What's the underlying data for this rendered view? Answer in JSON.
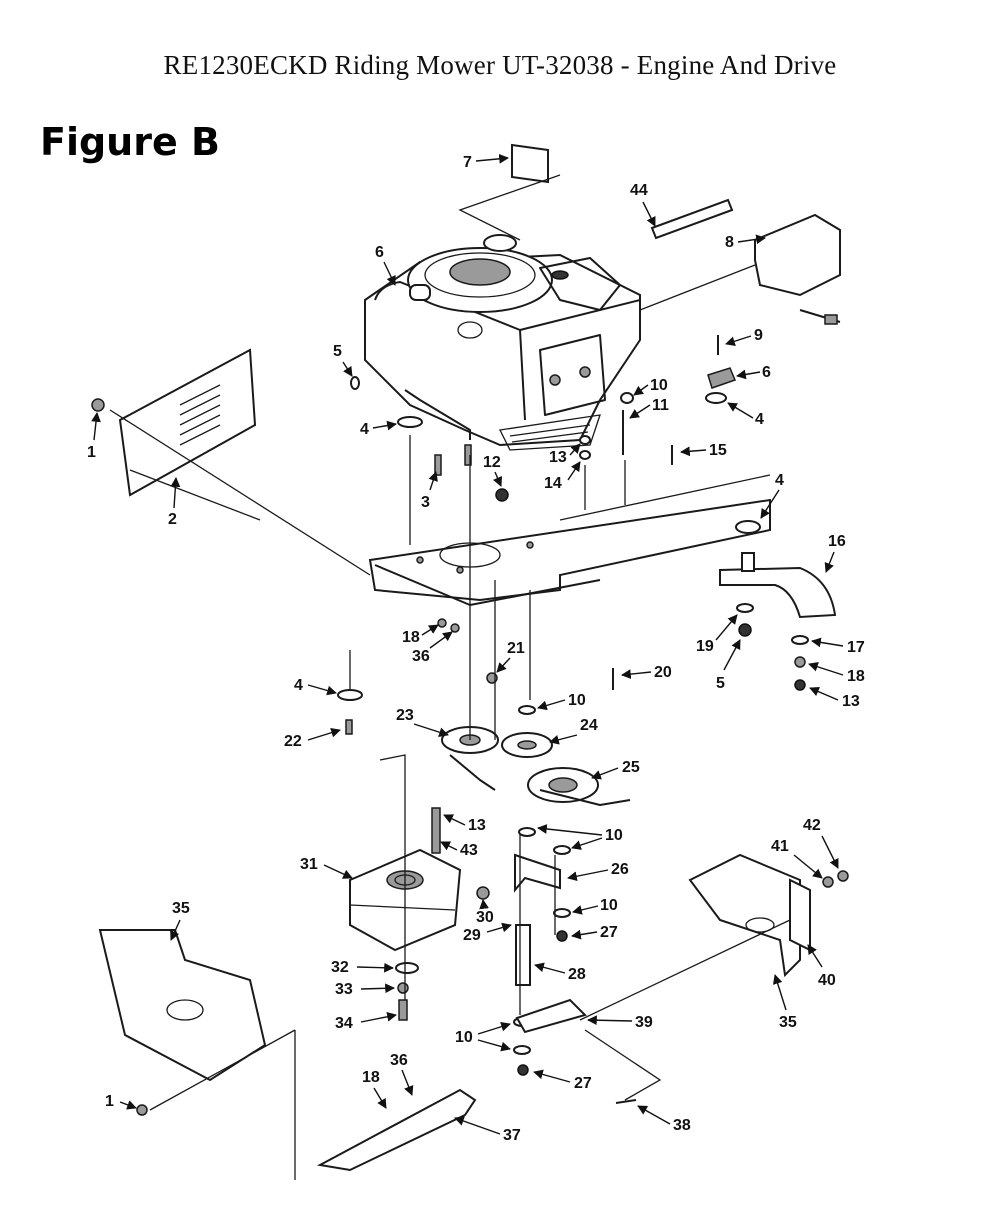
{
  "title": "RE1230ECKD Riding Mower UT-32038 - Engine And Drive",
  "figure_label": "Figure B",
  "callouts": [
    {
      "id": "c1a",
      "text": "1"
    },
    {
      "id": "c2",
      "text": "2"
    },
    {
      "id": "c3",
      "text": "3"
    },
    {
      "id": "c4a",
      "text": "4"
    },
    {
      "id": "c4b",
      "text": "4"
    },
    {
      "id": "c4c",
      "text": "4"
    },
    {
      "id": "c4d",
      "text": "4"
    },
    {
      "id": "c5a",
      "text": "5"
    },
    {
      "id": "c5b",
      "text": "5"
    },
    {
      "id": "c6a",
      "text": "6"
    },
    {
      "id": "c6b",
      "text": "6"
    },
    {
      "id": "c7",
      "text": "7"
    },
    {
      "id": "c8",
      "text": "8"
    },
    {
      "id": "c9",
      "text": "9"
    },
    {
      "id": "c10a",
      "text": "10"
    },
    {
      "id": "c10b",
      "text": "10"
    },
    {
      "id": "c10c",
      "text": "10"
    },
    {
      "id": "c10d",
      "text": "10"
    },
    {
      "id": "c10e",
      "text": "10"
    },
    {
      "id": "c11",
      "text": "11"
    },
    {
      "id": "c12",
      "text": "12"
    },
    {
      "id": "c13a",
      "text": "13"
    },
    {
      "id": "c13b",
      "text": "13"
    },
    {
      "id": "c13c",
      "text": "13"
    },
    {
      "id": "c14",
      "text": "14"
    },
    {
      "id": "c15",
      "text": "15"
    },
    {
      "id": "c16",
      "text": "16"
    },
    {
      "id": "c17",
      "text": "17"
    },
    {
      "id": "c18a",
      "text": "18"
    },
    {
      "id": "c18b",
      "text": "18"
    },
    {
      "id": "c18c",
      "text": "18"
    },
    {
      "id": "c19",
      "text": "19"
    },
    {
      "id": "c20",
      "text": "20"
    },
    {
      "id": "c21",
      "text": "21"
    },
    {
      "id": "c22",
      "text": "22"
    },
    {
      "id": "c23",
      "text": "23"
    },
    {
      "id": "c24",
      "text": "24"
    },
    {
      "id": "c25",
      "text": "25"
    },
    {
      "id": "c26",
      "text": "26"
    },
    {
      "id": "c27a",
      "text": "27"
    },
    {
      "id": "c27b",
      "text": "27"
    },
    {
      "id": "c28",
      "text": "28"
    },
    {
      "id": "c29",
      "text": "29"
    },
    {
      "id": "c30",
      "text": "30"
    },
    {
      "id": "c31",
      "text": "31"
    },
    {
      "id": "c32",
      "text": "32"
    },
    {
      "id": "c33",
      "text": "33"
    },
    {
      "id": "c34",
      "text": "34"
    },
    {
      "id": "c35a",
      "text": "35"
    },
    {
      "id": "c35b",
      "text": "35"
    },
    {
      "id": "c36a",
      "text": "36"
    },
    {
      "id": "c36b",
      "text": "36"
    },
    {
      "id": "c37",
      "text": "37"
    },
    {
      "id": "c38",
      "text": "38"
    },
    {
      "id": "c39",
      "text": "39"
    },
    {
      "id": "c40",
      "text": "40"
    },
    {
      "id": "c41",
      "text": "41"
    },
    {
      "id": "c42",
      "text": "42"
    },
    {
      "id": "c43",
      "text": "43"
    },
    {
      "id": "c44",
      "text": "44"
    },
    {
      "id": "c1b",
      "text": "1"
    }
  ]
}
